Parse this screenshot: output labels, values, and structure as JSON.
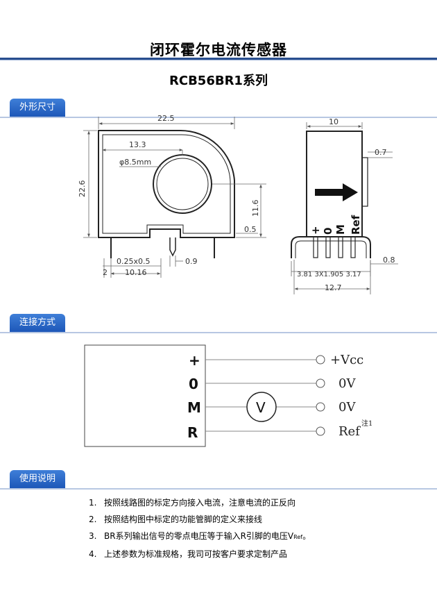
{
  "header": {
    "title": "闭环霍尔电流传感器",
    "subtitle": "RCB56BR1系列"
  },
  "sections": {
    "dimensions": "外形尺寸",
    "connection": "连接方式",
    "usage": "使用说明"
  },
  "front_view": {
    "width": "22.5",
    "height": "22.6",
    "hole_offset": "13.3",
    "hole_diameter": "φ8.5mm",
    "hole_height": "11.6",
    "pin_pitch_label": "0.25x0.5",
    "pin_span": "10.16",
    "left_margin": "2",
    "pin_width": "0.9",
    "base_offset": "0.5"
  },
  "side_view": {
    "width": "10",
    "plate": "0.7",
    "pin_labels": [
      "+",
      "0",
      "M",
      "Ref"
    ],
    "pin_spacing": "3.81 3X1.905 3.17",
    "length": "12.7",
    "pin_tail": "0.8"
  },
  "connection": {
    "pins": [
      "+",
      "0",
      "M",
      "R"
    ],
    "outputs": [
      "+Vcc",
      "0V",
      "0V",
      "Ref"
    ],
    "ref_note": "注1",
    "meter": "V"
  },
  "usage": {
    "items": [
      {
        "num": "1.",
        "text": "按照线路图的标定方向接入电流，注意电流的正反向"
      },
      {
        "num": "2.",
        "text": "按照结构图中标定的功能管脚的定义来接线"
      },
      {
        "num": "3.",
        "text": "BR系列输出信号的零点电压等于输入R引脚的电压V",
        "sub": "Ref",
        "tail": "。"
      },
      {
        "num": "4.",
        "text": "上述参数为标准规格，我司可按客户要求定制产品"
      }
    ]
  }
}
